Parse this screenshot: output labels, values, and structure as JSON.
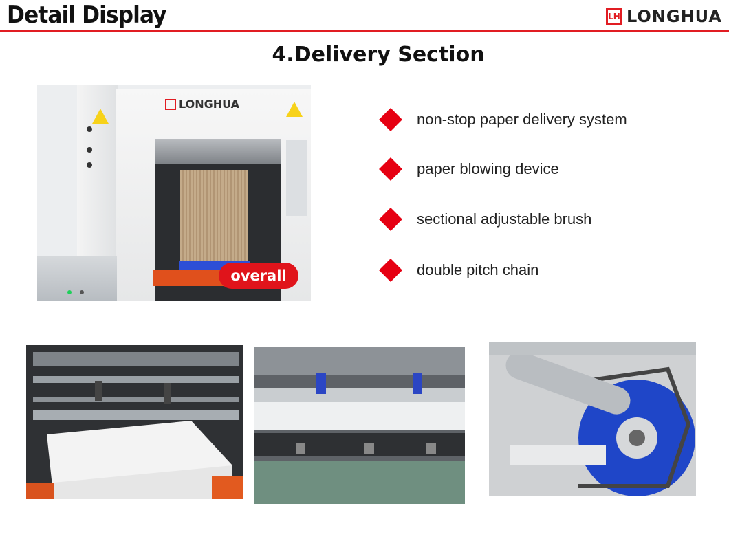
{
  "header": {
    "title": "Detail Display",
    "brand": "LONGHUA",
    "brand_mark": "LH",
    "accent_color": "#e11d23"
  },
  "section": {
    "title": "4.Delivery Section"
  },
  "main_photo": {
    "machine_brand": "LONGHUA",
    "badge": "overall"
  },
  "features": [
    {
      "label": "non-stop  paper delivery system",
      "icon": "red-diamond-bullet"
    },
    {
      "label": "paper blowing device",
      "icon": "red-diamond-bullet"
    },
    {
      "label": "sectional adjustable brush",
      "icon": "red-diamond-bullet"
    },
    {
      "label": "double pitch chain",
      "icon": "red-diamond-bullet"
    }
  ],
  "bullet_color": "#e60012"
}
